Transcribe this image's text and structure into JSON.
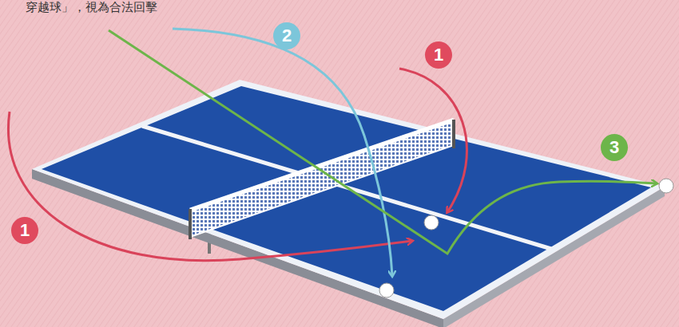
{
  "diagram": {
    "nodes": [
      {
        "text": [
          "2"
        ]
      },
      {
        "text": [
          "1"
        ]
      },
      {
        "text": [
          "3"
        ]
      },
      {
        "text": [
          "1"
        ]
      }
    ],
    "labels": [
      "穿越球」，視為合法回擊"
    ]
  }
}
